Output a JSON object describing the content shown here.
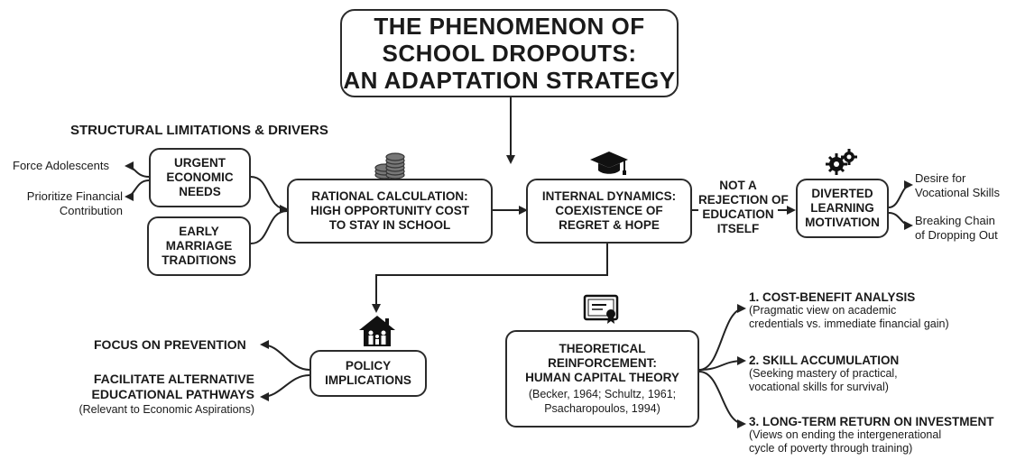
{
  "title": [
    "THE PHENOMENON OF",
    "SCHOOL DROPOUTS:",
    "AN ADAPTATION STRATEGY"
  ],
  "section_heading": "STRUCTURAL LIMITATIONS & DRIVERS",
  "drivers": {
    "urgent": [
      "URGENT",
      "ECONOMIC",
      "NEEDS"
    ],
    "marriage": [
      "EARLY",
      "MARRIAGE",
      "TRADITIONS"
    ],
    "left_outputs": {
      "force": "Force Adolescents",
      "prioritize": [
        "Prioritize Financial",
        "Contribution"
      ]
    }
  },
  "rational": [
    "RATIONAL CALCULATION:",
    "HIGH OPPORTUNITY COST",
    "TO STAY IN SCHOOL"
  ],
  "internal": [
    "INTERNAL DYNAMICS:",
    "COEXISTENCE OF",
    "REGRET & HOPE"
  ],
  "not_rejection": [
    "NOT A",
    "REJECTION OF",
    "EDUCATION",
    "ITSELF"
  ],
  "diverted": [
    "DIVERTED",
    "LEARNING",
    "MOTIVATION"
  ],
  "right_outputs": {
    "desire": [
      "Desire for",
      "Vocational Skills"
    ],
    "breaking": [
      "Breaking Chain",
      "of Dropping Out"
    ]
  },
  "policy": {
    "box": [
      "POLICY",
      "IMPLICATIONS"
    ],
    "prevention": "FOCUS ON PREVENTION",
    "facilitate": [
      "FACILITATE ALTERNATIVE",
      "EDUCATIONAL PATHWAYS"
    ],
    "facilitate_note": "(Relevant to Economic Aspirations)"
  },
  "theory": {
    "box": [
      "THEORETICAL",
      "REINFORCEMENT:",
      "HUMAN CAPITAL THEORY"
    ],
    "cite": [
      "(Becker, 1964; Schultz, 1961;",
      "Psacharopoulos, 1994)"
    ],
    "points": [
      {
        "title": "1. COST-BENEFIT ANALYSIS",
        "desc": [
          "(Pragmatic view on academic",
          "credentials vs. immediate financial gain)"
        ]
      },
      {
        "title": "2. SKILL ACCUMULATION",
        "desc": [
          "(Seeking mastery of practical,",
          "vocational skills for survival)"
        ]
      },
      {
        "title": "3. LONG-TERM RETURN ON INVESTMENT",
        "desc": [
          "(Views on ending the intergenerational",
          "cycle of poverty through training)"
        ]
      }
    ]
  },
  "icons": [
    "coins-icon",
    "graduation-cap-icon",
    "gears-icon",
    "family-house-icon",
    "certificate-icon"
  ]
}
